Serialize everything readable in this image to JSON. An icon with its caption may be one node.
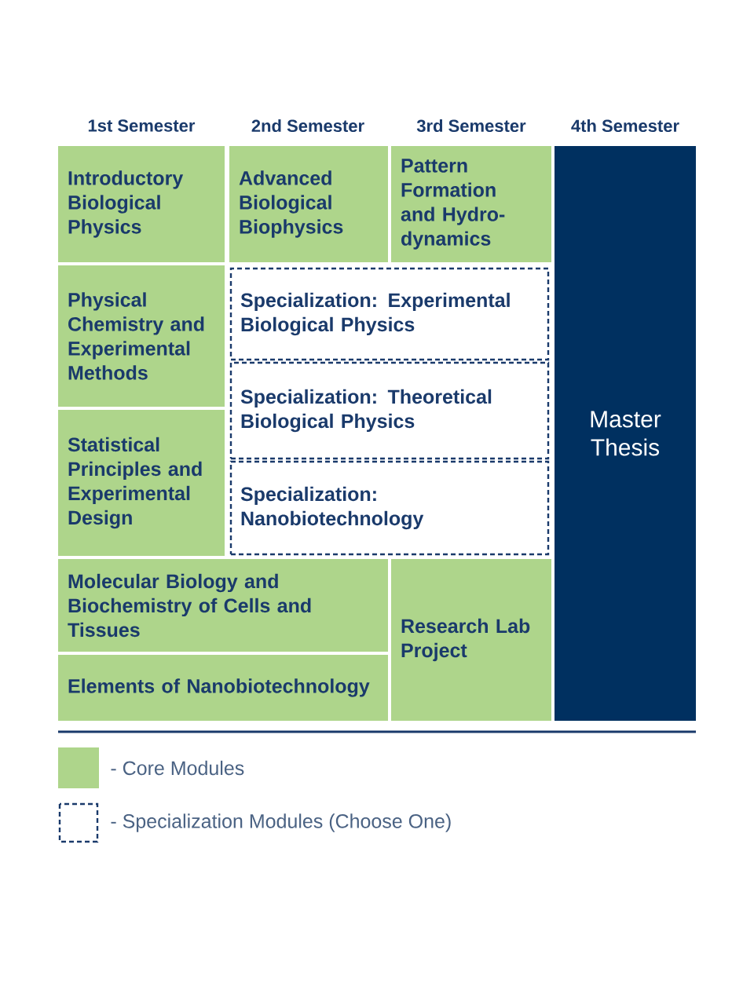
{
  "diagram": {
    "nodes": [
      {
        "text": [
          "Introductory Biological Physics"
        ]
      },
      {
        "text": [
          "Advanced Biological Biophysics"
        ]
      },
      {
        "text": [
          "Pattern Formation and Hydro-dynamics"
        ]
      },
      {
        "text": [
          "Master Thesis"
        ]
      },
      {
        "text": [
          "Physical Chemistry and Experimental Methods"
        ]
      },
      {
        "text": [
          "Specialization: Experimental Biological Physics"
        ]
      },
      {
        "text": [
          "Specialization: Theoretical Biological Physics"
        ]
      },
      {
        "text": [
          "Statistical Principles and Experimental Design"
        ]
      },
      {
        "text": [
          "Specialization: Nanobiotechnology"
        ]
      },
      {
        "text": [
          "Molecular Biology and Biochemistry of Cells and Tissues"
        ]
      },
      {
        "text": [
          "Research Lab Project"
        ]
      },
      {
        "text": [
          "Elements of Nanobiotechnology"
        ]
      }
    ],
    "labels": [
      "1st Semester",
      "2nd Semester",
      "3rd Semester",
      "4th Semester"
    ],
    "legend": [
      {
        "text": "- Core Modules",
        "color": "#aed58b"
      },
      {
        "text": "- Specialization Modules (Choose One)"
      }
    ]
  }
}
